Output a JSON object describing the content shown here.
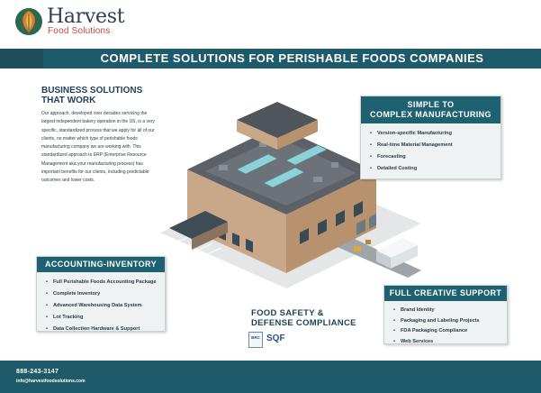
{
  "brand": {
    "name": "Harvest",
    "subtitle": "Food Solutions"
  },
  "banner": {
    "title": "COMPLETE SOLUTIONS FOR PERISHABLE FOODS COMPANIES"
  },
  "intro": {
    "heading_line1": "BUSINESS SOLUTIONS",
    "heading_line2": "THAT WORK",
    "body": "Our approach, developed over decades servicing the largest independent bakery operation in the US, is a very specific, standardized process that we apply for all of our clients, no matter which type of perishable foods manufacturing company we are working with. This standardized approach to ERP (Enterprise Resource Management aka your manufacturing process) has important benefits for our clients, including predictable outcomes and lower costs."
  },
  "manufacturing": {
    "heading_line1": "SIMPLE TO",
    "heading_line2": "COMPLEX MANUFACTURING",
    "items": [
      "Version-specific Manufacturing",
      "Real-time Material Management",
      "Forecasting",
      "Detailed Costing"
    ]
  },
  "accounting": {
    "heading": "ACCOUNTING-INVENTORY",
    "items": [
      "Full Perishable Foods Accounting Package",
      "Complete Inventory",
      "Advanced Warehousing Data System",
      "Lot Tracking",
      "Data Collection Hardware & Support"
    ]
  },
  "creative": {
    "heading": "FULL CREATIVE SUPPORT",
    "items": [
      "Brand Identity",
      "Packaging and Labeling Projects",
      "FDA Packaging Compliance",
      "Web Services"
    ]
  },
  "safety": {
    "heading_line1": "FOOD SAFETY &",
    "heading_line2": "DEFENSE COMPLIANCE",
    "cert_brc": "BRC",
    "cert_sqf": "SQF"
  },
  "footer": {
    "phone": "888-243-3147",
    "email": "info@harvestfoodsolutions.com"
  },
  "colors": {
    "banner": "#1e5a6a",
    "card_header": "#1e6272",
    "logo_accent": "#c7473b"
  }
}
